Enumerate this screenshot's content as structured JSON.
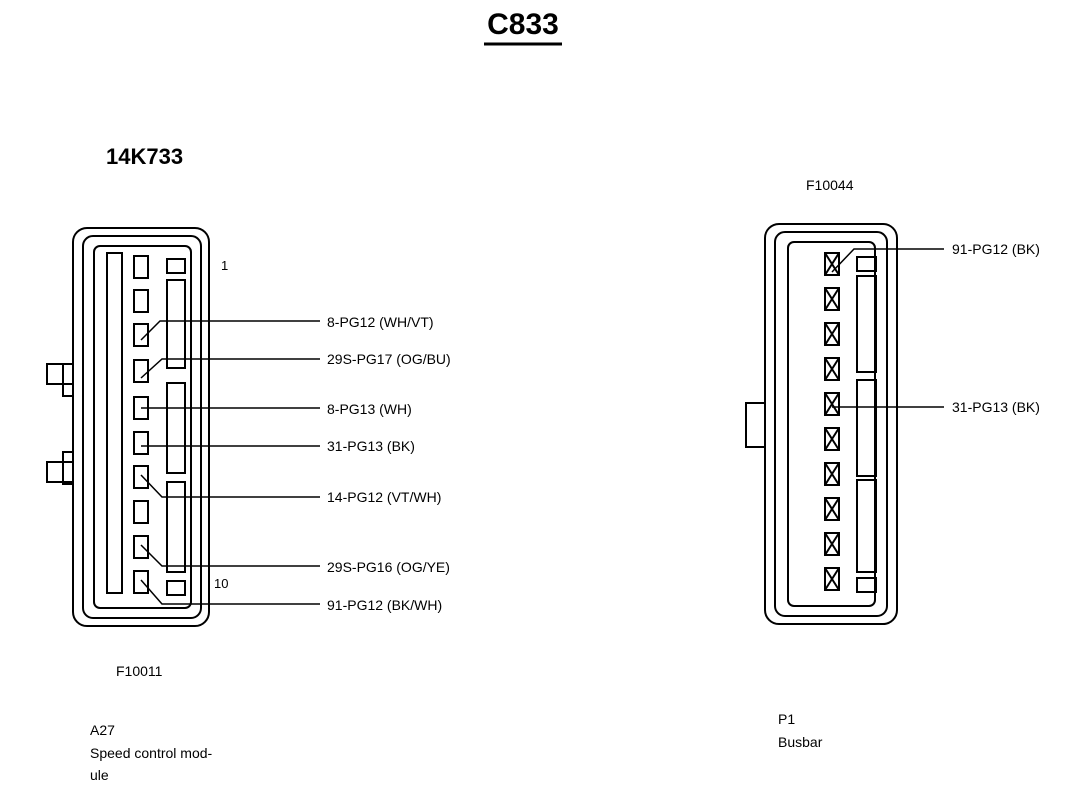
{
  "title": "C833",
  "left_connector": {
    "part_number": "14K733",
    "figure_code": "F10011",
    "pin_first": "1",
    "pin_last": "10",
    "ref": "A27",
    "desc_line1": "Speed control mod-",
    "desc_line2": "ule",
    "wires": [
      {
        "label": "8-PG12 (WH/VT)"
      },
      {
        "label": "29S-PG17 (OG/BU)"
      },
      {
        "label": "8-PG13 (WH)"
      },
      {
        "label": "31-PG13 (BK)"
      },
      {
        "label": "14-PG12 (VT/WH)"
      },
      {
        "label": "29S-PG16 (OG/YE)"
      },
      {
        "label": "91-PG12 (BK/WH)"
      }
    ]
  },
  "right_connector": {
    "figure_code": "F10044",
    "ref": "P1",
    "desc": "Busbar",
    "wires": [
      {
        "label": "91-PG12 (BK)"
      },
      {
        "label": "31-PG13 (BK)"
      }
    ]
  }
}
